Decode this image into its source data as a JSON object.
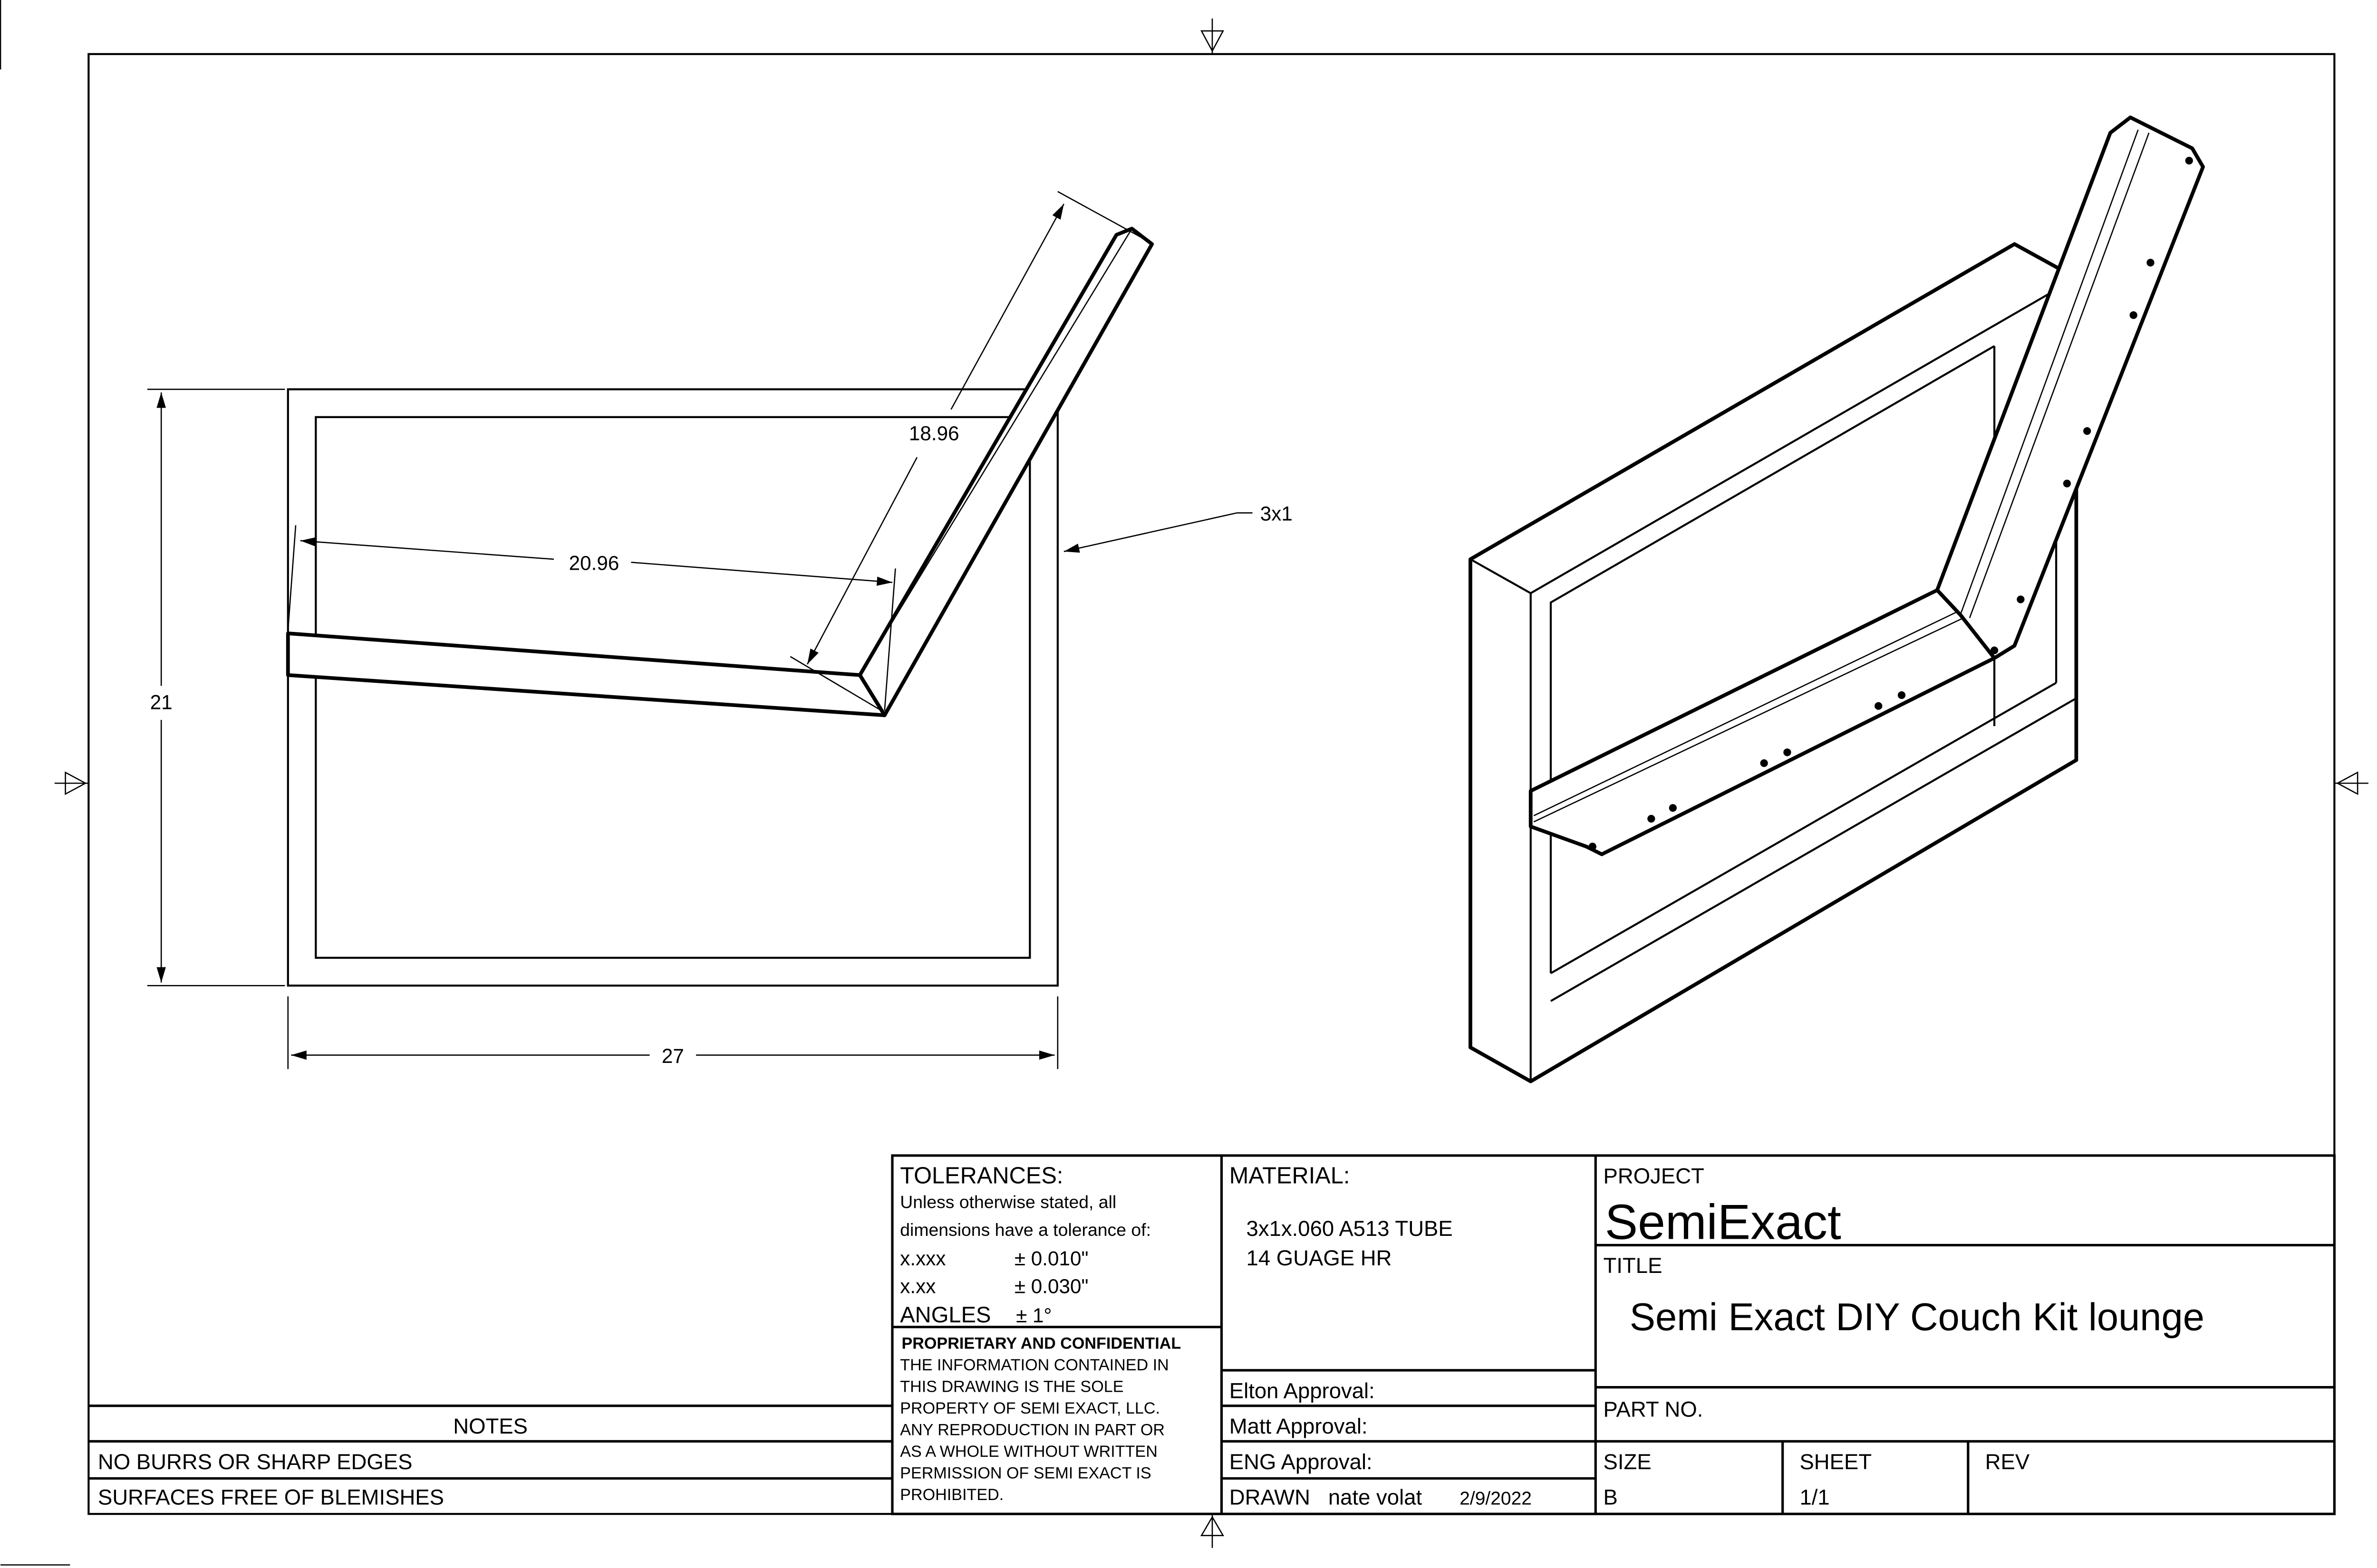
{
  "drawing": {
    "dimensions": {
      "height": "21",
      "width": "27",
      "seat_length": "20.96",
      "back_length": "18.96",
      "tube_callout": "3x1"
    }
  },
  "notes": {
    "header": "NOTES",
    "items": [
      "NO BURRS OR SHARP EDGES",
      "SURFACES FREE OF BLEMISHES"
    ]
  },
  "tolerances": {
    "header": "TOLERANCES:",
    "line1": "Unless otherwise stated, all",
    "line2": "dimensions have a tolerance of:",
    "rows": [
      {
        "label": "x.xxx",
        "value": "± 0.010\""
      },
      {
        "label": "x.xx",
        "value": "± 0.030\""
      },
      {
        "label": "ANGLES",
        "value": "± 1°"
      }
    ]
  },
  "proprietary": {
    "header": "PROPRIETARY AND CONFIDENTIAL",
    "lines": [
      "THE INFORMATION CONTAINED IN",
      "THIS DRAWING IS THE SOLE",
      "PROPERTY OF SEMI EXACT, LLC.",
      "ANY REPRODUCTION IN PART OR",
      "AS A WHOLE WITHOUT WRITTEN",
      "PERMISSION OF SEMI EXACT IS",
      "PROHIBITED."
    ]
  },
  "material": {
    "header": "MATERIAL:",
    "line1": "3x1x.060 A513 TUBE",
    "line2": "14 GUAGE HR"
  },
  "approvals": {
    "elton": "Elton Approval:",
    "matt": "Matt Approval:",
    "eng": "ENG Approval:",
    "drawn_label": "DRAWN",
    "drawn_by": "nate volat",
    "drawn_date": "2/9/2022"
  },
  "title_block": {
    "project_label": "PROJECT",
    "project": "SemiExact",
    "title_label": "TITLE",
    "title": "Semi Exact DIY Couch Kit lounge",
    "part_no_label": "PART NO.",
    "size_label": "SIZE",
    "size": "B",
    "sheet_label": "SHEET",
    "sheet": "1/1",
    "rev_label": "REV"
  }
}
